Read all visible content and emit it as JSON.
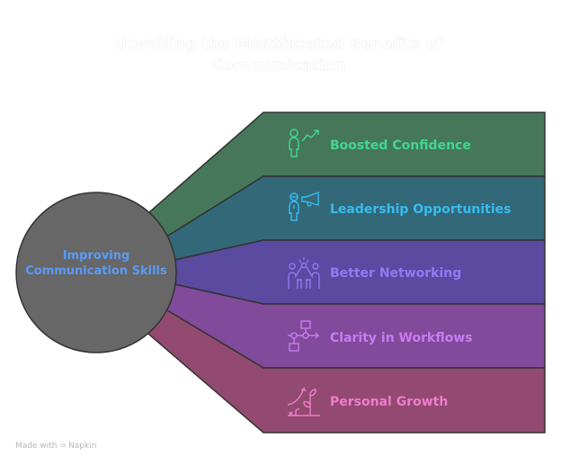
{
  "title": "Unveiling the Multifaceted Benefits of Communication",
  "center": {
    "label": "Improving Communication Skills",
    "fill": "#676767",
    "text_color": "#5a9af5"
  },
  "branches": [
    {
      "label": "Boosted Confidence",
      "icon": "person-growth-arrow-icon",
      "fill": "#46775a",
      "text_color": "#3fd98c"
    },
    {
      "label": "Leadership Opportunities",
      "icon": "person-megaphone-icon",
      "fill": "#336879",
      "text_color": "#35bdf0"
    },
    {
      "label": "Better Networking",
      "icon": "high-five-icon",
      "fill": "#5a4aa0",
      "text_color": "#8d7cf2"
    },
    {
      "label": "Clarity in Workflows",
      "icon": "workflow-diagram-icon",
      "fill": "#824a9a",
      "text_color": "#c87cf2"
    },
    {
      "label": "Personal Growth",
      "icon": "plant-growth-icon",
      "fill": "#924a70",
      "text_color": "#f07ccd"
    }
  ],
  "footer": {
    "made_with": "Made with",
    "brand": "Napkin"
  }
}
